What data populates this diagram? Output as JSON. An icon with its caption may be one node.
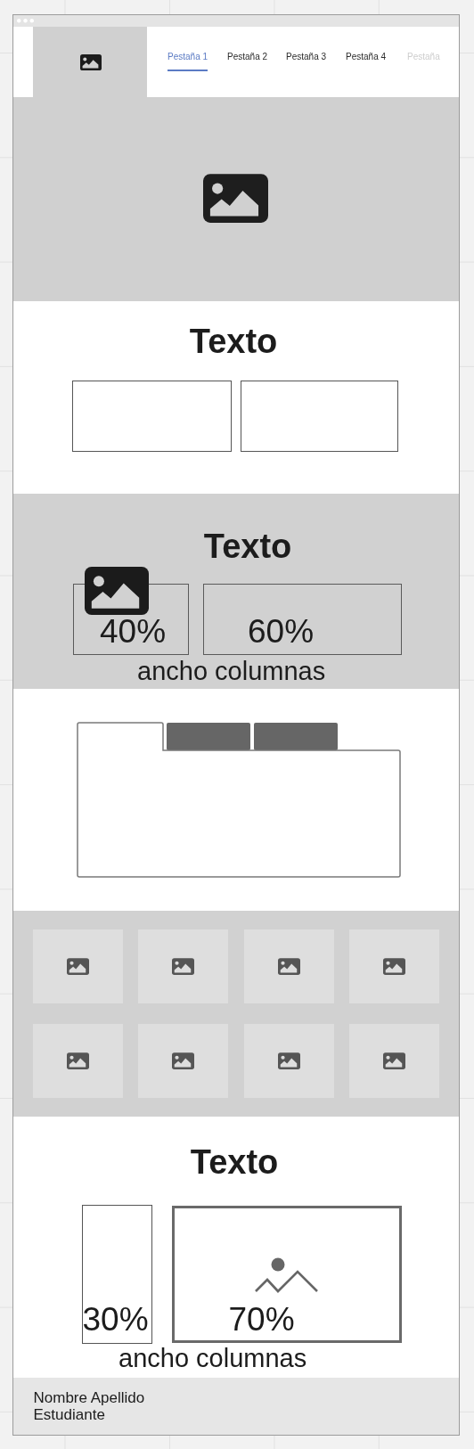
{
  "diagram": {
    "nodes": [
      {
        "text": [],
        "shape": "box"
      },
      {
        "text": [],
        "shape": "box"
      },
      {
        "text": [
          "40%"
        ]
      },
      {
        "text": [
          "60%"
        ]
      },
      {
        "text": [
          "30%"
        ]
      },
      {
        "text": [
          "70%"
        ]
      }
    ],
    "labels": [
      "Pestaña 1",
      "Pestaña 2",
      "Pestaña 3",
      "Pestaña 4",
      "Pestaña",
      "Texto",
      "Texto",
      "ancho columnas",
      "Texto",
      "ancho columnas",
      "Nombre Apellido Estudiante"
    ]
  }
}
